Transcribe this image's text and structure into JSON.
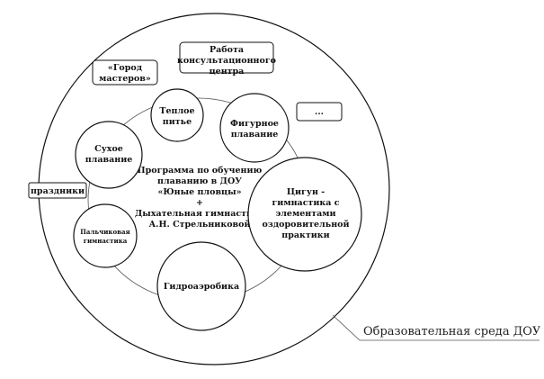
{
  "outer_caption": "Образовательная среда ДОУ",
  "center": {
    "lines": [
      "Программа по обучению",
      "плаванию в ДОУ",
      "«Юные пловцы»",
      "+",
      "Дыхательная гимнастика",
      "А.Н. Стрельниковой"
    ]
  },
  "nodes": [
    {
      "id": "warm-drink",
      "lines": [
        "Теплое",
        "питье"
      ]
    },
    {
      "id": "figure-swim",
      "lines": [
        "Фигурное",
        "плавание"
      ]
    },
    {
      "id": "dry-swim",
      "lines": [
        "Сухое",
        "плавание"
      ]
    },
    {
      "id": "qigong",
      "lines": [
        "Цигун -",
        "гимнастика с",
        "элементами",
        "оздоровительной",
        "практики"
      ]
    },
    {
      "id": "finger-gym",
      "lines": [
        "Пальчиковая",
        "гимнастика"
      ]
    },
    {
      "id": "hydroaerobics",
      "lines": [
        "Гидроаэробика"
      ]
    }
  ],
  "boxes": [
    {
      "id": "gorod",
      "lines": [
        "«Город",
        "мастеров»"
      ]
    },
    {
      "id": "consult",
      "lines": [
        "Работа",
        "консультационного",
        "центра"
      ]
    },
    {
      "id": "dots",
      "lines": [
        "..."
      ]
    },
    {
      "id": "holidays",
      "lines": [
        "праздники"
      ]
    }
  ]
}
